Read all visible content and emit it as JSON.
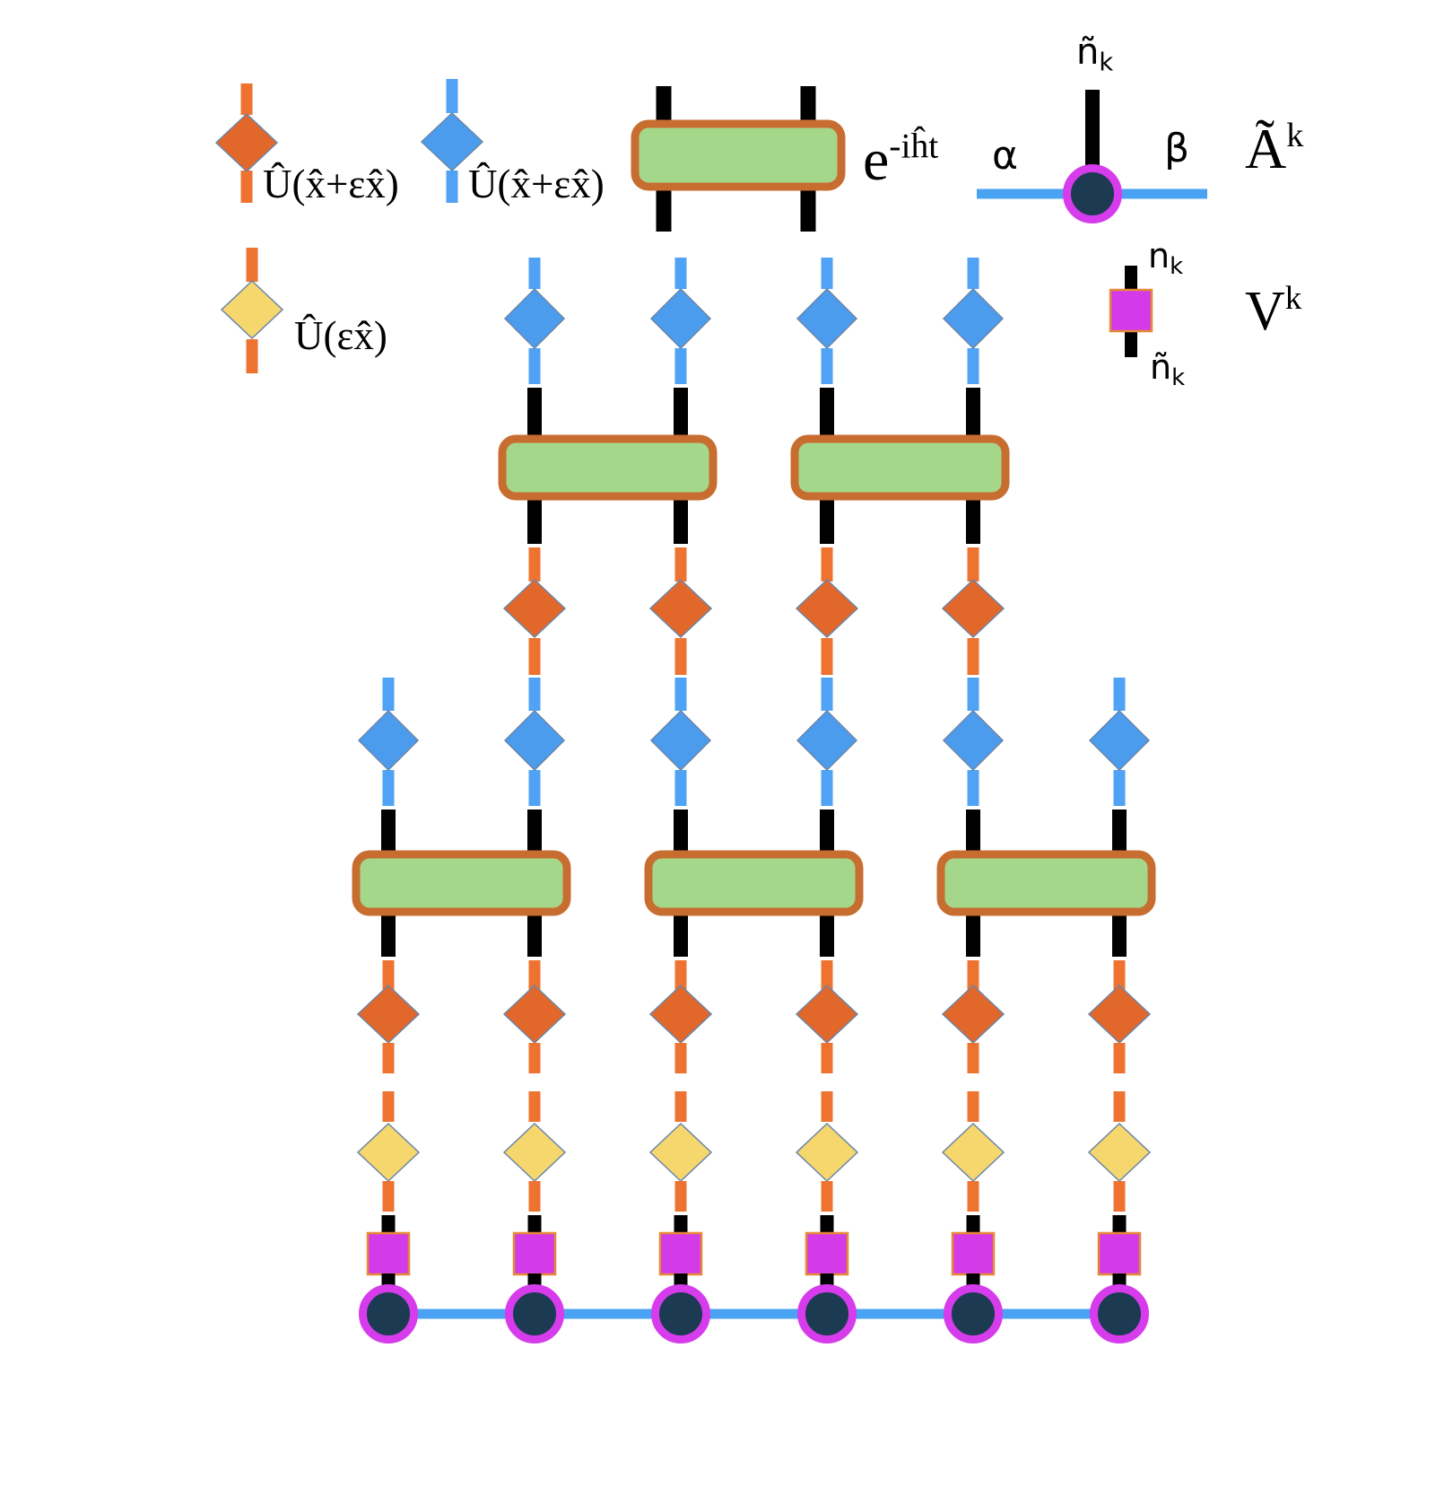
{
  "figure": {
    "kind": "tensor-network-diagram",
    "description": "Trotterized time evolution circuit with unitary displacement layers applied to a matrix product state"
  },
  "colors": {
    "orange_diamond": "#E2672B",
    "orange_stick": "#EE7330",
    "blue_diamond": "#4B9CEC",
    "blue_stick": "#4FA2F4",
    "yellow_diamond": "#F6D76D",
    "diamond_border": "#6B86A8",
    "gate_fill": "#A5D78A",
    "gate_border": "#C86D30",
    "black_leg": "#000000",
    "magenta_square": "#D33BE8",
    "magenta_square_border": "#E58A35",
    "circle_fill": "#1C3A51",
    "circle_ring": "#D63CEC",
    "bond_line": "#4AA2F2"
  },
  "legend": {
    "orange_unitary": {
      "label": "Û(x̂+εx̂)"
    },
    "blue_unitary": {
      "label": "Û(x̂+εx̂)"
    },
    "trotter_gate": {
      "base": "e",
      "exponent": "-iĥt"
    },
    "mps_tensor": {
      "base": "Ã",
      "sup": "k",
      "left_index": "α",
      "right_index": "β",
      "top_index_base": "ñ",
      "top_index_sub": "k"
    },
    "epsilon_unitary": {
      "label": "Û(εx̂)"
    },
    "isometry": {
      "base": "V",
      "sup": "k",
      "top_index_base": "n",
      "top_index_sub": "k",
      "bottom_index_base": "ñ",
      "bottom_index_sub": "k"
    }
  },
  "network": {
    "num_sites": 6,
    "upper_section_sites": 4,
    "lower_gate_count": 3,
    "upper_gate_count": 2,
    "layers_bottom_to_top": [
      "Ã MPS tensors on blue bond line",
      "V isometries (magenta squares)",
      "Û(εx̂) yellow diamonds",
      "Û(x̂+εx̂) orange diamonds",
      "e^-iĥt Trotter gates ×3",
      "Û(x̂+εx̂) blue diamonds",
      "Û(x̂+εx̂) orange diamonds ×4",
      "e^-iĥt Trotter gates ×2",
      "Û(x̂+εx̂) blue diamonds ×4"
    ]
  }
}
